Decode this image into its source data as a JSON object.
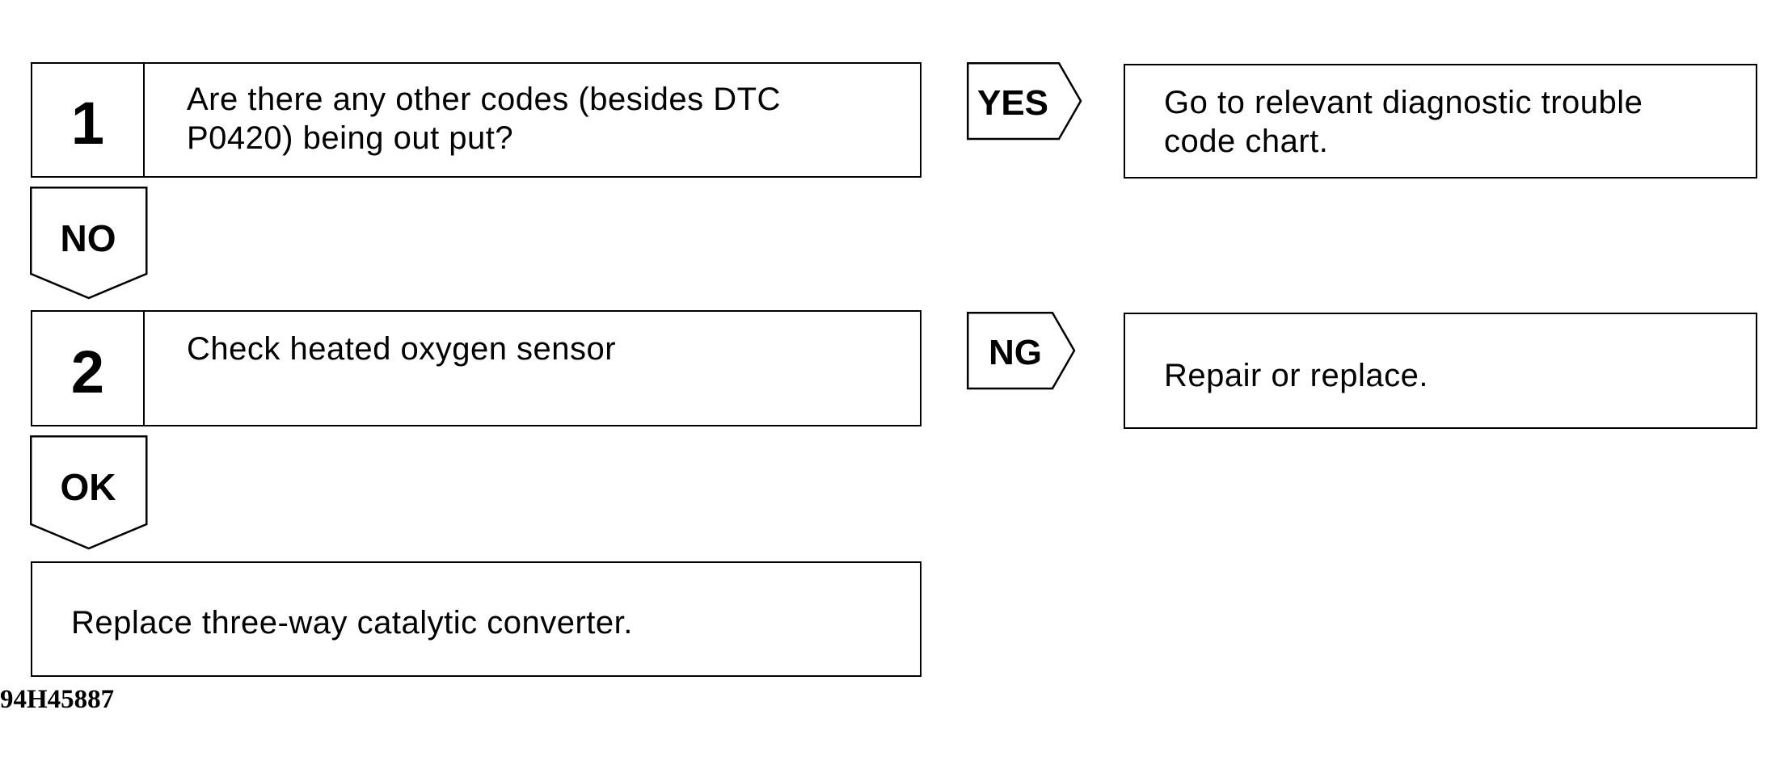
{
  "step1": {
    "number": "1",
    "question_line1": "Are there any other codes (besides DTC",
    "question_line2": "P0420) being out put?"
  },
  "step2": {
    "number": "2",
    "question": "Check heated oxygen sensor"
  },
  "tags": {
    "yes": "YES",
    "no": "NO",
    "ng": "NG",
    "ok": "OK"
  },
  "results": {
    "yes_line1": "Go to relevant diagnostic trouble",
    "yes_line2": "code chart.",
    "ng": "Repair or replace.",
    "final": "Replace three-way catalytic converter."
  },
  "figure_id": "94H45887"
}
